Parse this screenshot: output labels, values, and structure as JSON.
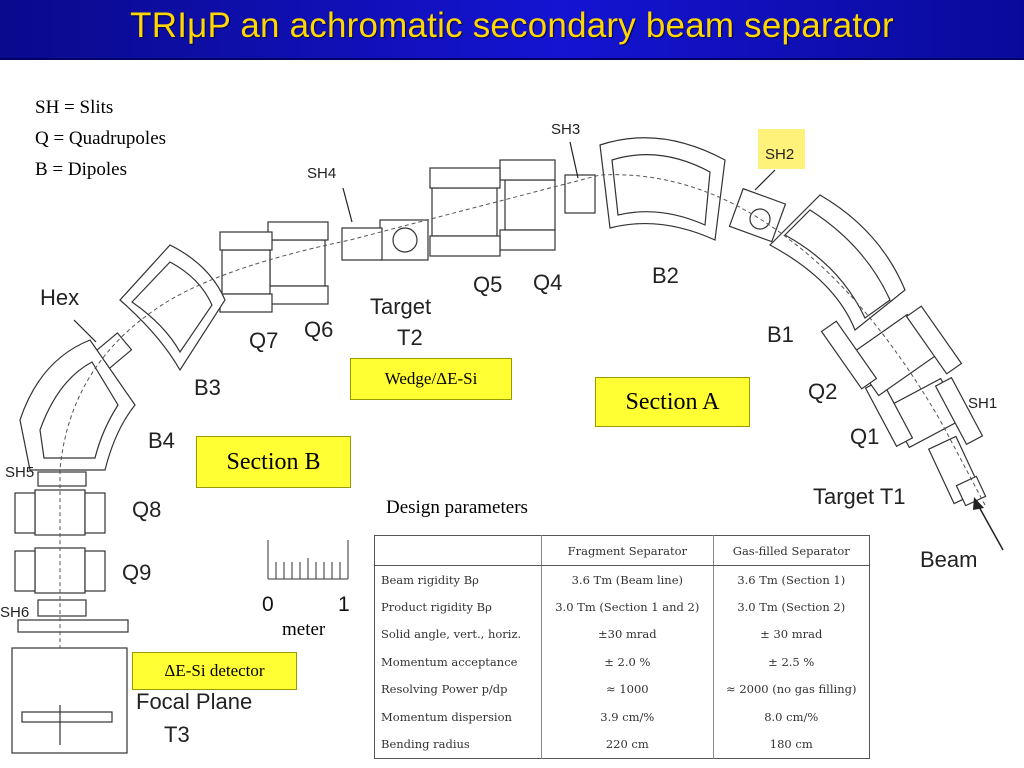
{
  "title": "TRIμP an achromatic secondary beam separator",
  "legend": [
    "SH = Slits",
    "Q = Quadrupoles",
    "B = Dipoles"
  ],
  "labels": {
    "sh1": "SH1",
    "sh2": "SH2",
    "sh3": "SH3",
    "sh4": "SH4",
    "sh5": "SH5",
    "sh6": "SH6",
    "hex": "Hex",
    "q1": "Q1",
    "q2": "Q2",
    "q4": "Q4",
    "q5": "Q5",
    "q6": "Q6",
    "q7": "Q7",
    "q8": "Q8",
    "q9": "Q9",
    "b1": "B1",
    "b2": "B2",
    "b3": "B3",
    "b4": "B4",
    "target_t2_line1": "Target",
    "target_t2_line2": "T2",
    "target_t1": "Target T1",
    "beam": "Beam",
    "focal_line1": "Focal Plane",
    "focal_line2": "T3"
  },
  "boxes": {
    "wedge": "Wedge/ΔE-Si",
    "section_a": "Section A",
    "section_b": "Section B",
    "detector": "ΔE-Si detector"
  },
  "scale": {
    "zero": "0",
    "one": "1",
    "unit": "meter"
  },
  "design_parameters": {
    "title": "Design parameters",
    "columns": [
      "",
      "Fragment Separator",
      "Gas-filled Separator"
    ],
    "rows": [
      [
        "Beam rigidity Bρ",
        "3.6 Tm (Beam line)",
        "3.6 Tm (Section 1)"
      ],
      [
        "Product rigidity Bρ",
        "3.0 Tm (Section 1 and 2)",
        "3.0 Tm (Section 2)"
      ],
      [
        "Solid angle, vert., horiz.",
        "±30 mrad",
        "± 30 mrad"
      ],
      [
        "Momentum acceptance",
        "± 2.0 %",
        "± 2.5 %"
      ],
      [
        "Resolving Power p/dp",
        "≈ 1000",
        "≈ 2000 (no gas filling)"
      ],
      [
        "Momentum dispersion",
        "3.9 cm/%",
        "8.0 cm/%"
      ],
      [
        "Bending radius",
        "220 cm",
        "180 cm"
      ]
    ]
  },
  "colors": {
    "title_bg": "#1414d2",
    "title_text": "#ffd700",
    "highlight": "#ffff33"
  }
}
